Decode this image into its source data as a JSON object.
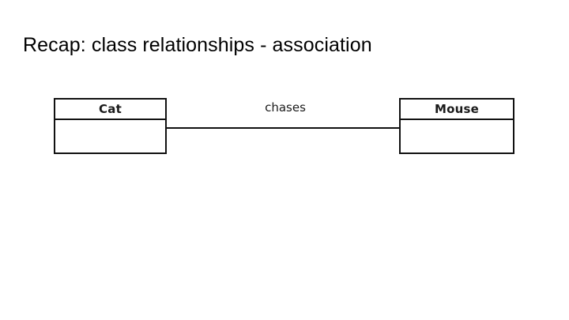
{
  "slide": {
    "title": "Recap: class relationships - association",
    "background_color": "#ffffff",
    "text_color": "#000000"
  },
  "diagram": {
    "type": "uml-class-diagram",
    "relationship": "association",
    "line_color": "#111111",
    "classes": [
      {
        "id": "cat",
        "name": "Cat",
        "attributes": [],
        "operations": []
      },
      {
        "id": "mouse",
        "name": "Mouse",
        "attributes": [],
        "operations": []
      }
    ],
    "associations": [
      {
        "label": "chases",
        "source": "Cat",
        "target": "Mouse"
      }
    ]
  }
}
